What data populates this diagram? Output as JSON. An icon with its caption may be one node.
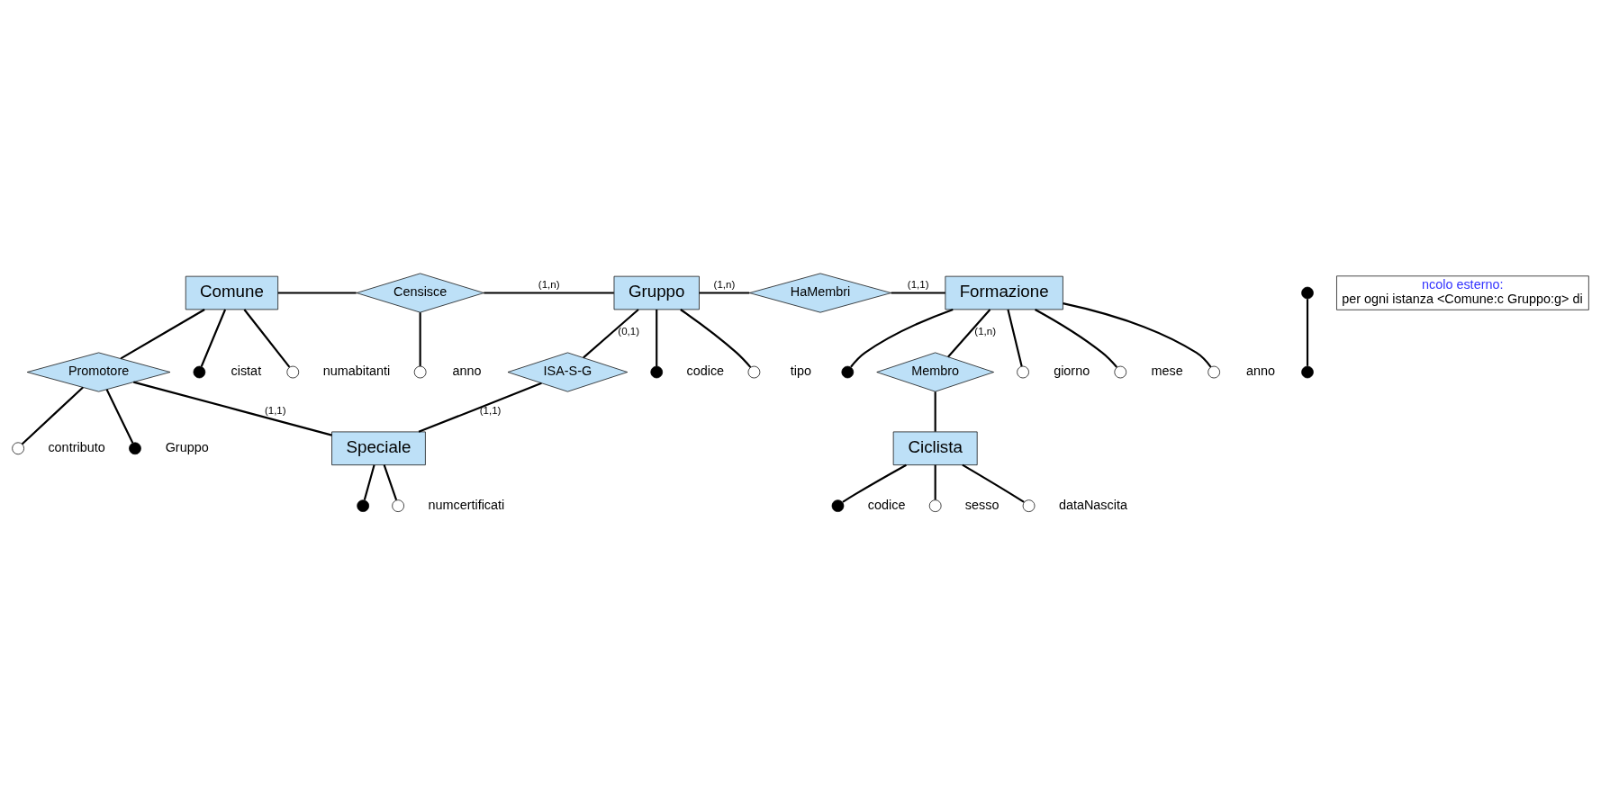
{
  "diagram": {
    "nodes": [
      {
        "text": [
          "Comune"
        ]
      },
      {
        "text": [
          "Censisce"
        ]
      },
      {
        "text": [
          "Gruppo"
        ]
      },
      {
        "text": [
          "HaMembri"
        ]
      },
      {
        "text": [
          "Formazione"
        ]
      },
      {
        "text": [
          "ISA-S-G"
        ]
      },
      {
        "text": [
          "Speciale"
        ]
      },
      {
        "text": [
          "Promotore"
        ]
      },
      {
        "text": [
          "Membro"
        ]
      },
      {
        "text": [
          "Ciclista"
        ]
      },
      {
        "text": [],
        "shape": "dot",
        "beside": [
          "cistat"
        ]
      },
      {
        "text": [],
        "shape": "circle",
        "beside": [
          "numabitanti"
        ]
      },
      {
        "text": [],
        "shape": "circle",
        "beside": [
          "anno"
        ]
      },
      {
        "text": [],
        "shape": "dot",
        "beside": [
          "codice"
        ]
      },
      {
        "text": [],
        "shape": "circle",
        "beside": [
          "tipo"
        ]
      },
      {
        "text": [],
        "shape": "circle",
        "beside": [
          "giorno"
        ]
      },
      {
        "text": [],
        "shape": "circle",
        "beside": [
          "mese"
        ]
      },
      {
        "text": [],
        "shape": "circle",
        "beside": [
          "anno"
        ]
      },
      {
        "text": [],
        "shape": "dot"
      },
      {
        "text": [],
        "shape": "dot"
      },
      {
        "text": [],
        "shape": "dot"
      },
      {
        "text": [],
        "shape": "dot"
      },
      {
        "text": [],
        "shape": "dot",
        "beside": [
          "Gruppo"
        ]
      },
      {
        "text": [],
        "shape": "circle",
        "beside": [
          "contributo"
        ]
      },
      {
        "text": [],
        "shape": "circle",
        "beside": [
          "numcertificati"
        ]
      },
      {
        "text": [],
        "shape": "circle",
        "beside": [
          "dataNascita"
        ]
      },
      {
        "text": [],
        "shape": "dot",
        "beside": [
          "codice"
        ]
      },
      {
        "text": [],
        "shape": "circle",
        "beside": [
          "sesso"
        ]
      },
      {
        "text": [
          "ncolo esterno:",
          "per ogni istanza <Comune:c Gruppo:g> di"
        ]
      }
    ],
    "edges": [
      {
        "from": 0,
        "to": 1,
        "arrow": "none"
      },
      {
        "from": 1,
        "to": 2,
        "arrow": "none",
        "label": "(1,n)"
      },
      {
        "from": 2,
        "to": 3,
        "arrow": "none",
        "label": "(1,n)"
      },
      {
        "from": 3,
        "to": 4,
        "arrow": "none",
        "label": "(1,1)"
      },
      {
        "from": 2,
        "to": 5,
        "arrow": "none",
        "label": "(0,1)"
      },
      {
        "from": 5,
        "to": 6,
        "arrow": "none",
        "label": "(1,1)"
      },
      {
        "from": 0,
        "to": 7,
        "arrow": "none"
      },
      {
        "from": 7,
        "to": 6,
        "arrow": "none",
        "label": "(1,1)"
      },
      {
        "from": 4,
        "to": 8,
        "arrow": "none",
        "label": "(1,n)"
      },
      {
        "from": 8,
        "to": 9,
        "arrow": "none"
      },
      {
        "from": 0,
        "to": 10,
        "arrow": "none"
      },
      {
        "from": 0,
        "to": 11,
        "arrow": "none"
      },
      {
        "from": 1,
        "to": 12,
        "arrow": "none"
      },
      {
        "from": 2,
        "to": 13,
        "arrow": "none"
      },
      {
        "from": 2,
        "to": 14,
        "arrow": "none"
      },
      {
        "from": 4,
        "to": 15,
        "arrow": "none"
      },
      {
        "from": 4,
        "to": 16,
        "arrow": "none"
      },
      {
        "from": 4,
        "to": 17,
        "arrow": "none"
      },
      {
        "from": 4,
        "to": 18,
        "arrow": "none"
      },
      {
        "from": 19,
        "to": 20,
        "arrow": "none"
      },
      {
        "from": 6,
        "to": 21,
        "arrow": "none"
      },
      {
        "from": 7,
        "to": 22,
        "arrow": "none"
      },
      {
        "from": 7,
        "to": 23,
        "arrow": "none"
      },
      {
        "from": 6,
        "to": 24,
        "arrow": "none"
      },
      {
        "from": 9,
        "to": 25,
        "arrow": "none"
      },
      {
        "from": 9,
        "to": 26,
        "arrow": "none"
      },
      {
        "from": 9,
        "to": 27,
        "arrow": "none"
      }
    ]
  }
}
